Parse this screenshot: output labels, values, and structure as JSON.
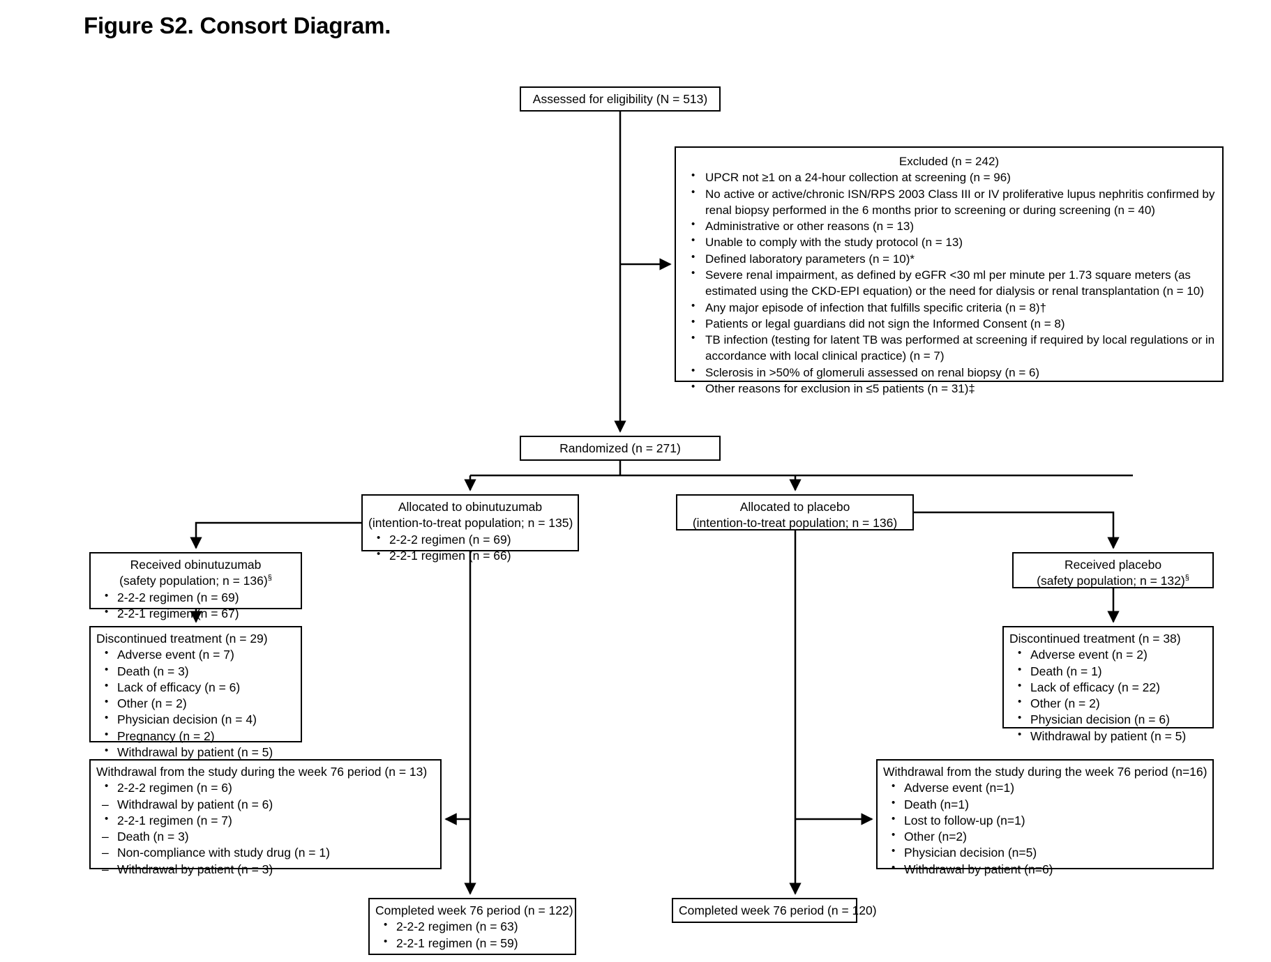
{
  "figure": {
    "title": "Figure S2. Consort Diagram.",
    "type": "consort-flow-diagram"
  },
  "colors": {
    "background": "#ffffff",
    "box_border": "#000000",
    "text": "#000000",
    "connector": "#000000"
  },
  "nodes": {
    "assessed": {
      "label": "Assessed for eligibility (N = 513)",
      "n": 513
    },
    "excluded": {
      "heading": "Excluded (n = 242)",
      "n": 242,
      "items": [
        "UPCR not ≥1 on a 24-hour collection at screening (n = 96)",
        "No active or active/chronic ISN/RPS 2003 Class III or IV proliferative lupus nephritis confirmed by renal biopsy performed in the 6 months prior to screening or during screening (n = 40)",
        "Administrative or other reasons (n = 13)",
        "Unable to comply with the study protocol (n = 13)",
        "Defined laboratory parameters (n = 10)*",
        "Severe renal impairment, as defined by eGFR <30 ml per minute per 1.73 square meters (as estimated using the CKD-EPI equation) or the need for dialysis or renal transplantation (n = 10)",
        "Any major episode of infection that fulfills specific criteria (n = 8)†",
        "Patients or legal guardians did not sign the Informed Consent (n = 8)",
        "TB infection (testing for latent TB was performed at screening if required by local regulations or in accordance with local clinical practice) (n = 7)",
        "Sclerosis in >50% of glomeruli assessed on renal biopsy (n = 6)",
        "Other reasons for exclusion in ≤5 patients (n = 31)‡"
      ]
    },
    "randomized": {
      "label": "Randomized (n = 271)",
      "n": 271
    },
    "allocated_obinutuzumab": {
      "line1": "Allocated to obinutuzumab",
      "line2": "(intention-to-treat population; n = 135)",
      "n": 135,
      "items": [
        "2-2-2 regimen (n = 69)",
        "2-2-1 regimen (n = 66)"
      ]
    },
    "allocated_placebo": {
      "line1": "Allocated to placebo",
      "line2": "(intention-to-treat population; n = 136)",
      "n": 136
    },
    "received_obinutuzumab": {
      "line1": "Received obinutuzumab",
      "line2": "(safety population; n = 136)",
      "superscript": "§",
      "n": 136,
      "items": [
        "2-2-2 regimen (n = 69)",
        "2-2-1 regimen (n = 67)"
      ]
    },
    "received_placebo": {
      "line1": "Received placebo",
      "line2": "(safety population; n = 132)",
      "superscript": "§",
      "n": 132
    },
    "discontinued_obinutuzumab": {
      "heading": "Discontinued treatment (n = 29)",
      "n": 29,
      "items": [
        "Adverse event (n = 7)",
        "Death (n = 3)",
        "Lack of efficacy (n = 6)",
        "Other (n = 2)",
        "Physician decision (n = 4)",
        "Pregnancy (n = 2)",
        "Withdrawal by patient (n = 5)"
      ]
    },
    "discontinued_placebo": {
      "heading": "Discontinued treatment (n = 38)",
      "n": 38,
      "items": [
        "Adverse event (n = 2)",
        "Death (n = 1)",
        "Lack of efficacy (n = 22)",
        "Other (n = 2)",
        "Physician decision (n = 6)",
        "Withdrawal by patient (n = 5)"
      ]
    },
    "withdrawal_obinutuzumab": {
      "heading": "Withdrawal from the study during the week 76 period (n = 13)",
      "n": 13,
      "groups": [
        {
          "label": "2-2-2 regimen (n = 6)",
          "sub": [
            "Withdrawal by patient (n = 6)"
          ]
        },
        {
          "label": "2-2-1 regimen (n = 7)",
          "sub": [
            "Death (n = 3)",
            "Non-compliance with study drug (n = 1)",
            "Withdrawal by patient (n = 3)"
          ]
        }
      ]
    },
    "withdrawal_placebo": {
      "heading": "Withdrawal from the study during the week 76 period (n=16)",
      "n": 16,
      "items": [
        "Adverse event (n=1)",
        "Death (n=1)",
        "Lost to follow-up (n=1)",
        "Other (n=2)",
        "Physician decision (n=5)",
        "Withdrawal by patient (n=6)"
      ]
    },
    "completed_obinutuzumab": {
      "heading": "Completed week 76 period (n = 122)",
      "n": 122,
      "items": [
        "2-2-2 regimen (n = 63)",
        "2-2-1 regimen (n = 59)"
      ]
    },
    "completed_placebo": {
      "heading": "Completed week 76 period (n = 120)",
      "n": 120
    }
  },
  "chart_data": {
    "type": "diagram",
    "title": "Figure S2. Consort Diagram.",
    "flow": [
      {
        "from": "assessed",
        "to": "excluded"
      },
      {
        "from": "assessed",
        "to": "randomized"
      },
      {
        "from": "randomized",
        "to": "allocated_obinutuzumab"
      },
      {
        "from": "randomized",
        "to": "allocated_placebo"
      },
      {
        "from": "allocated_obinutuzumab",
        "to": "received_obinutuzumab"
      },
      {
        "from": "allocated_placebo",
        "to": "received_placebo"
      },
      {
        "from": "received_obinutuzumab",
        "to": "discontinued_obinutuzumab"
      },
      {
        "from": "received_placebo",
        "to": "discontinued_placebo"
      },
      {
        "from": "allocated_obinutuzumab",
        "to": "withdrawal_obinutuzumab"
      },
      {
        "from": "allocated_placebo",
        "to": "withdrawal_placebo"
      },
      {
        "from": "allocated_obinutuzumab",
        "to": "completed_obinutuzumab"
      },
      {
        "from": "allocated_placebo",
        "to": "completed_placebo"
      }
    ]
  }
}
